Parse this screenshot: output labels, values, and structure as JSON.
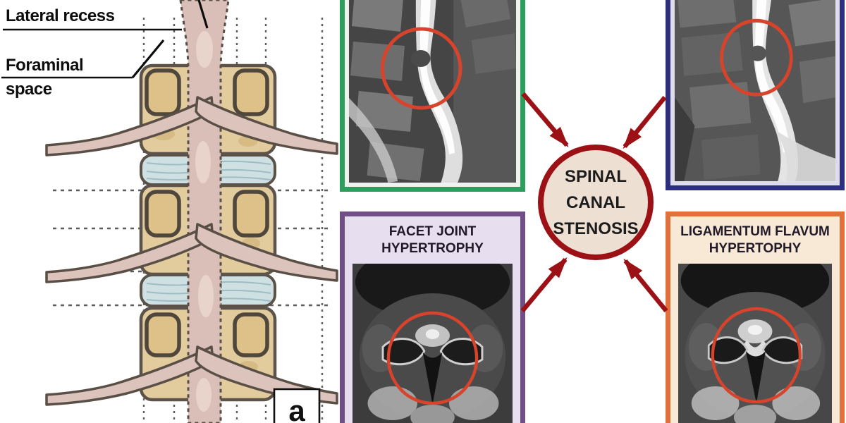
{
  "anatomy": {
    "lateral_recess_label": "Lateral recess",
    "foraminal_label_line1": "Foraminal",
    "foraminal_label_line2": "space",
    "panel_letter": "a"
  },
  "center_node": {
    "line1": "SPINAL",
    "line2": "CANAL",
    "line3": "STENOSIS",
    "fill_color": "#ede0d2",
    "border_color": "#9b1115",
    "arrow_color": "#9b1115",
    "text_color": "#1c1c1c"
  },
  "mri_panels": {
    "top_left": {
      "border_color": "#2e9e5e",
      "inner_color": "#eef3ee",
      "annotation_circle_color": "#d8432c"
    },
    "top_right": {
      "border_color": "#2b2f7e",
      "inner_color": "#dddded",
      "annotation_circle_color": "#d8432c"
    },
    "bottom_left": {
      "title_line1": "FACET JOINT",
      "title_line2": "HYPERTROPHY",
      "border_color": "#6f4f85",
      "inner_color": "#e7dff0",
      "annotation_circle_color": "#d8432c"
    },
    "bottom_right": {
      "title_line1": "LIGAMENTUM FLAVUM",
      "title_line2": "HYPERTOPHY",
      "border_color": "#e2703a",
      "inner_color": "#f8e9d7",
      "annotation_circle_color": "#d8432c"
    }
  }
}
